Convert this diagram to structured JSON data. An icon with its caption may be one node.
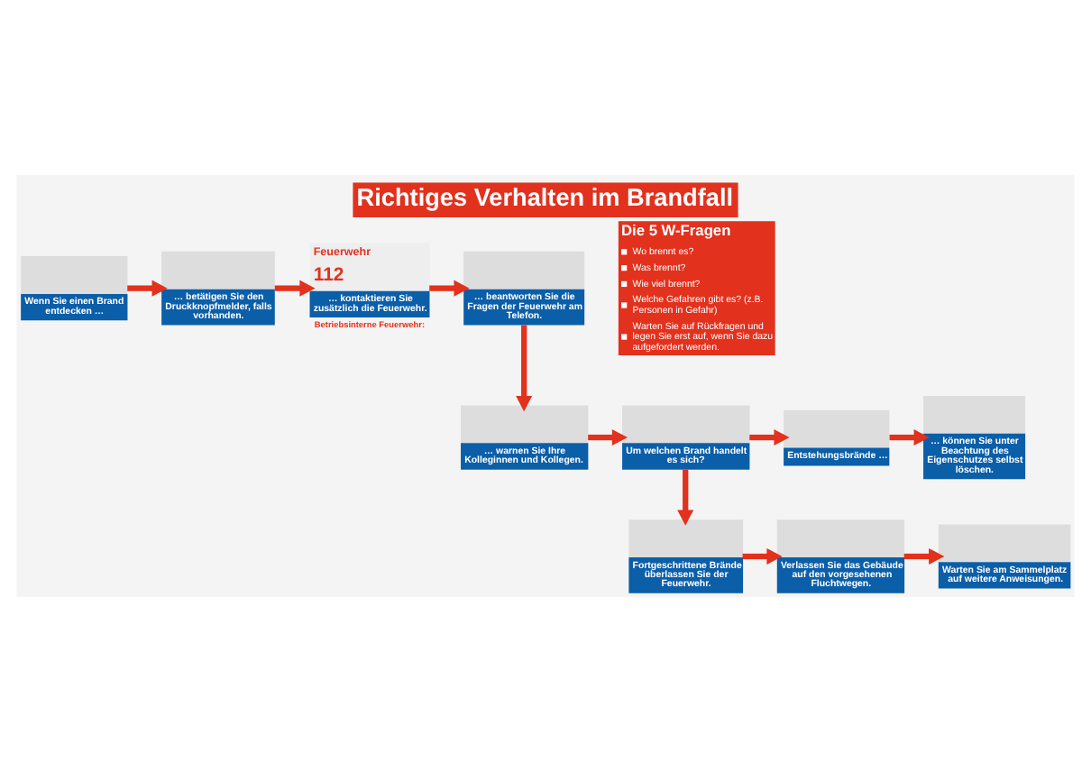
{
  "diagram": {
    "title": "Richtiges Verhalten im Brandfall",
    "nodes": [
      {
        "text": [
          "Wenn Sie einen Brand entdecken …"
        ]
      },
      {
        "text": [
          "… betätigen Sie den Druckknopfmelder, falls vorhanden."
        ]
      },
      {
        "text": [
          "Feuerwehr",
          "112",
          "… kontaktieren Sie zusätzlich die Feuerwehr."
        ],
        "beside": [
          "Betriebsinterne Feuerwehr:"
        ]
      },
      {
        "text": [
          "… beantworten Sie die Fragen der Feuerwehr am Telefon."
        ]
      },
      {
        "text": [
          "Die 5 W-Fragen",
          "Wo brennt es?",
          "Was brennt?",
          "Wie viel brennt?",
          "Welche Gefahren gibt es? (z.B. Personen in Gefahr)",
          "Warten Sie auf Rückfragen und legen Sie erst auf, wenn Sie dazu aufgefordert werden."
        ]
      },
      {
        "text": [
          "… warnen Sie Ihre Kolleginnen und Kollegen."
        ]
      },
      {
        "text": [
          "Um welchen Brand handelt es sich?"
        ]
      },
      {
        "text": [
          "Entstehungsbrände …"
        ]
      },
      {
        "text": [
          "… können Sie unter Beachtung des Eigenschutzes selbst löschen."
        ]
      },
      {
        "text": [
          "Fortgeschrittene Brände überlassen Sie der Feuerwehr."
        ]
      },
      {
        "text": [
          "Verlassen Sie das Gebäude auf den vorgesehenen Fluchtwegen."
        ]
      },
      {
        "text": [
          "Warten Sie am Sammelplatz auf weitere Anweisungen."
        ]
      }
    ],
    "edges": [
      {
        "from": 0,
        "to": 1,
        "arrow": "to"
      },
      {
        "from": 1,
        "to": 2,
        "arrow": "to"
      },
      {
        "from": 2,
        "to": 3,
        "arrow": "to"
      },
      {
        "from": 3,
        "to": 5,
        "arrow": "to"
      },
      {
        "from": 5,
        "to": 6,
        "arrow": "to"
      },
      {
        "from": 6,
        "to": 7,
        "arrow": "to"
      },
      {
        "from": 7,
        "to": 8,
        "arrow": "to"
      },
      {
        "from": 6,
        "to": 9,
        "arrow": "to"
      },
      {
        "from": 9,
        "to": 10,
        "arrow": "to"
      },
      {
        "from": 10,
        "to": 11,
        "arrow": "to"
      }
    ]
  }
}
